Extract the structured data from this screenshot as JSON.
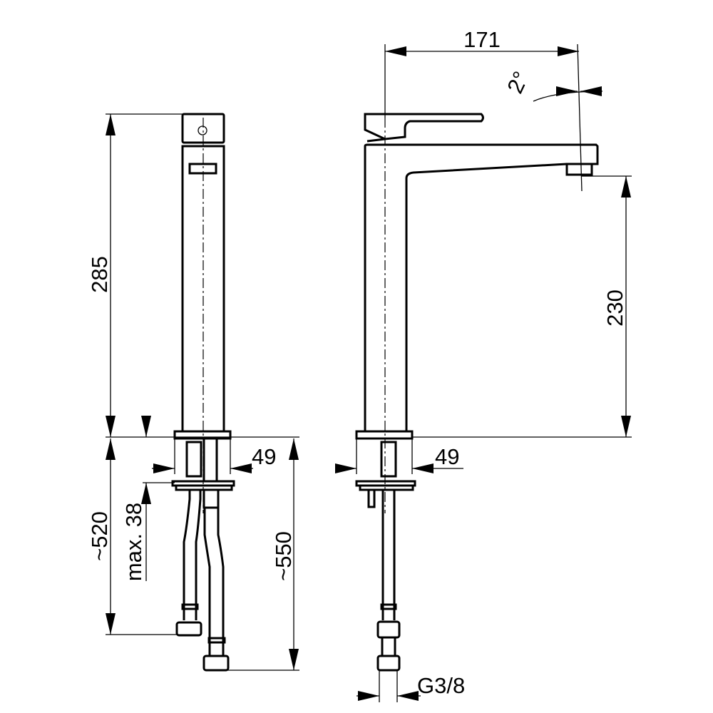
{
  "dimensions": {
    "spout_reach": "171",
    "spout_angle": "2°",
    "total_height": "285",
    "spout_height": "230",
    "base_diameter_side": "49",
    "base_diameter_front": "49",
    "hose_length_short": "~520",
    "hose_length_long": "~550",
    "max_counter_thickness": "max. 38",
    "connection_thread": "G3/8"
  }
}
